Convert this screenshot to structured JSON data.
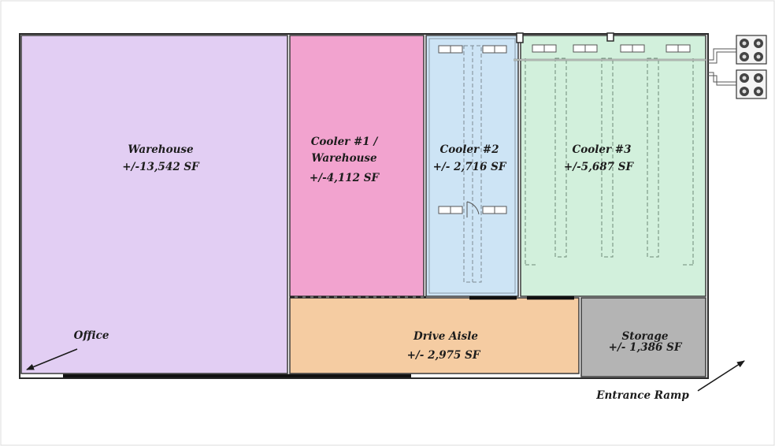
{
  "rooms": {
    "warehouse": {
      "name": "Warehouse",
      "area": "+/-13,542 SF",
      "color": "#e2cef3"
    },
    "cooler1": {
      "name_line1": "Cooler #1 /",
      "name_line2": "Warehouse",
      "area": "+/-4,112 SF",
      "color": "#f2a3cf"
    },
    "cooler2": {
      "name": "Cooler #2",
      "area": "+/- 2,716 SF",
      "color": "#cde4f5"
    },
    "cooler3": {
      "name": "Cooler #3",
      "area": "+/-5,687 SF",
      "color": "#d2f0dc"
    },
    "drive_aisle": {
      "name": "Drive Aisle",
      "area": "+/- 2,975 SF",
      "color": "#f5cca2"
    },
    "storage": {
      "name": "Storage",
      "area": "+/- 1,386 SF",
      "color": "#b4b4b4"
    }
  },
  "annotations": {
    "office": "Office",
    "entrance": "Entrance Ramp"
  }
}
